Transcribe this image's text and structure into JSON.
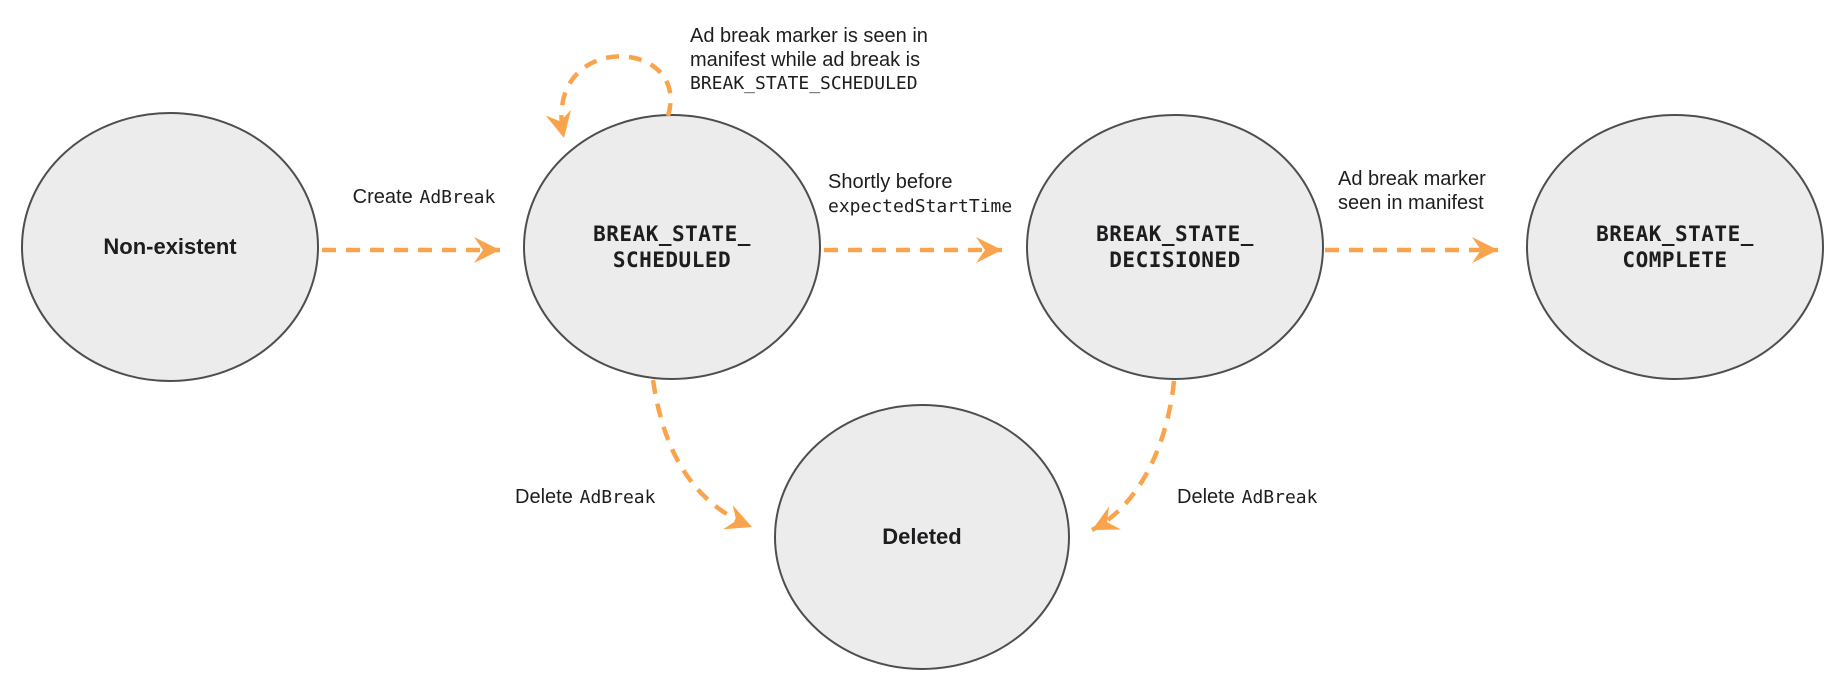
{
  "colors": {
    "arrow": "#F9A44C",
    "node_fill": "#ECECEC",
    "node_border": "#4E4E4E",
    "text": "#1D1D1F"
  },
  "states": {
    "non_existent": {
      "label": "Non-existent"
    },
    "scheduled": {
      "line1": "BREAK_STATE_",
      "line2": "SCHEDULED"
    },
    "decisioned": {
      "line1": "BREAK_STATE_",
      "line2": "DECISIONED"
    },
    "complete": {
      "line1": "BREAK_STATE_",
      "line2": "COMPLETE"
    },
    "deleted": {
      "label": "Deleted"
    }
  },
  "transitions": {
    "create": {
      "sans": "Create",
      "mono": "AdBreak"
    },
    "self_loop": {
      "line1": "Ad break marker is seen in",
      "line2": "manifest while ad break is",
      "line3": "BREAK_STATE_SCHEDULED"
    },
    "shortly": {
      "line1": "Shortly before",
      "line2": "expectedStartTime"
    },
    "marker_seen": {
      "line1": "Ad break marker",
      "line2": "seen in manifest"
    },
    "delete_left": {
      "sans": "Delete",
      "mono": "AdBreak"
    },
    "delete_right": {
      "sans": "Delete",
      "mono": "AdBreak"
    }
  }
}
